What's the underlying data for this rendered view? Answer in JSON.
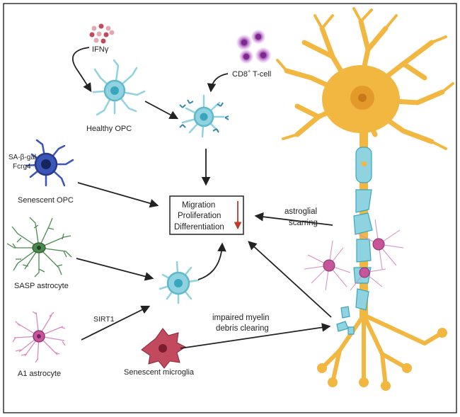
{
  "labels": {
    "ifng": "IFNγ",
    "cd8": "CD8",
    "cd8_sup": "+",
    "tcell": " T-cell",
    "healthy_opc": "Healthy OPC",
    "markers_line1": "SA-β-gal",
    "markers_line2": "Fcrg4",
    "senescent_opc": "Senescent OPC",
    "sasp_astrocyte": "SASP astrocyte",
    "a1_astrocyte": "A1 astrocyte",
    "sirt1": "SIRT1",
    "senescent_microglia": "Senescent microglia",
    "astroglial_line1": "astroglial",
    "astroglial_line2": "scarring",
    "myelin_line1": "impaired myelin",
    "myelin_line2": "debris clearing"
  },
  "center_box": {
    "line1": "Migration",
    "line2": "Proliferation",
    "line3": "Differentiation"
  },
  "colors": {
    "opc": "#8fd3e0",
    "opc_nucleus": "#3aa6bd",
    "senescent_opc": "#3b55b8",
    "sasp_astrocyte": "#4a8a4f",
    "a1_astrocyte": "#d98ac0",
    "microglia": "#c14a5f",
    "tcell": "#a64fb8",
    "neuron": "#f2b740",
    "myelin": "#8fd3e0",
    "down_arrow": "#c0392b"
  }
}
